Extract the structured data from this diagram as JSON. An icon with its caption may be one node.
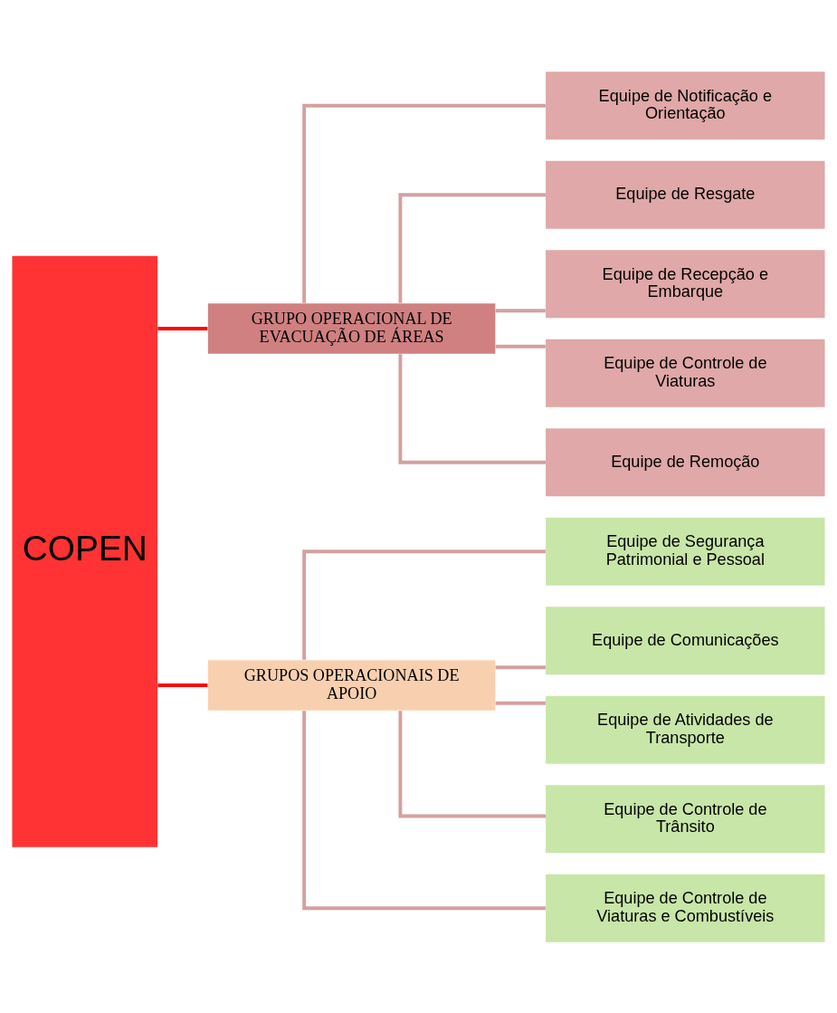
{
  "diagram": {
    "nodes": [
      {
        "text": [
          "COPEN"
        ]
      },
      {
        "text": [
          "GRUPO OPERACIONAL DE EVACUAÇÃO DE ÁREAS"
        ]
      },
      {
        "text": [
          "GRUPOS OPERACIONAIS DE APOIO"
        ]
      },
      {
        "text": [
          "Equipe de Notificação e Orientação"
        ]
      },
      {
        "text": [
          "Equipe de Resgate"
        ]
      },
      {
        "text": [
          "Equipe de Recepção e Embarque"
        ]
      },
      {
        "text": [
          "Equipe de Controle de Viaturas"
        ]
      },
      {
        "text": [
          "Equipe de Remoção"
        ]
      },
      {
        "text": [
          "Equipe de Segurança Patrimonial e Pessoal"
        ]
      },
      {
        "text": [
          "Equipe de Comunicações"
        ]
      },
      {
        "text": [
          "Equipe de Atividades de Transporte"
        ]
      },
      {
        "text": [
          "Equipe de Controle de Trânsito"
        ]
      },
      {
        "text": [
          "Equipe de Controle de Viaturas e Combustíveis"
        ]
      }
    ],
    "edges": [
      {
        "from": 0,
        "to": 1,
        "arrow": "none",
        "color": "#ff0000"
      },
      {
        "from": 0,
        "to": 2,
        "arrow": "none",
        "color": "#ff0000"
      },
      {
        "from": 1,
        "to": 3,
        "arrow": "none"
      },
      {
        "from": 1,
        "to": 4,
        "arrow": "none"
      },
      {
        "from": 1,
        "to": 5,
        "arrow": "none"
      },
      {
        "from": 1,
        "to": 6,
        "arrow": "none"
      },
      {
        "from": 1,
        "to": 7,
        "arrow": "none"
      },
      {
        "from": 2,
        "to": 8,
        "arrow": "none"
      },
      {
        "from": 2,
        "to": 9,
        "arrow": "none"
      },
      {
        "from": 2,
        "to": 10,
        "arrow": "none"
      },
      {
        "from": 2,
        "to": 11,
        "arrow": "none"
      },
      {
        "from": 2,
        "to": 12,
        "arrow": "none"
      }
    ]
  }
}
